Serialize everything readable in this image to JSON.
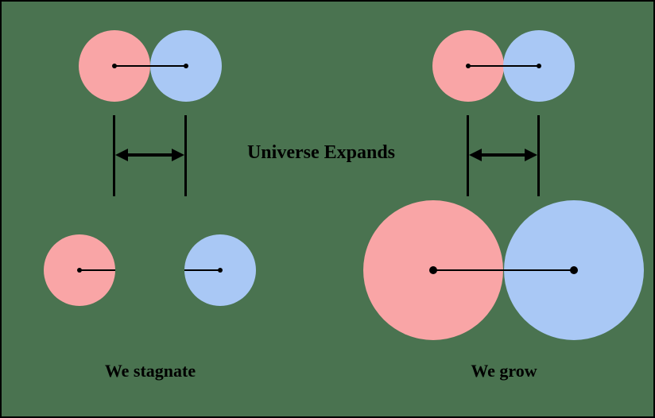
{
  "colors": {
    "background": "#4a7350",
    "pink": "#f9a5a6",
    "blue": "#a9c8f5",
    "ink": "#000000"
  },
  "labels": {
    "universe_expands": "Universe Expands",
    "we_stagnate": "We stagnate",
    "we_grow": "We grow"
  },
  "figure": {
    "type": "diagram",
    "description": "Top: two identical pairs of tangent pink and blue circles with a line joining their center dots; below each pair a distance marker (two vertical bars with a double-headed arrow) labeled by the central text 'Universe Expands'. Bottom left outcome 'We stagnate': circles stay small and separate, each keeping only its half of the connecting line. Bottom right outcome 'We grow': both circles are about twice as large and remain touching, centers still joined by a line."
  }
}
